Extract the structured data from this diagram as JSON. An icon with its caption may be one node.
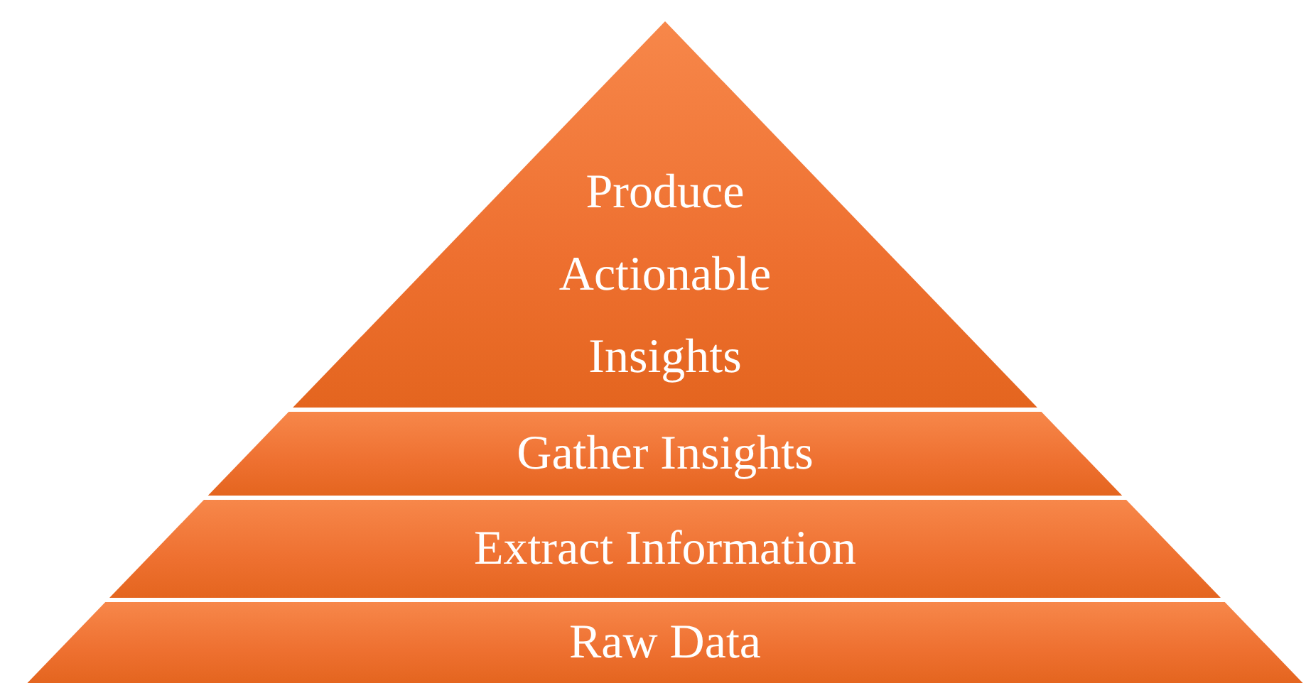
{
  "diagram": {
    "nodes": [
      {
        "text": [
          "Produce Actionable Insights"
        ]
      },
      {
        "text": [
          "Gather Insights"
        ]
      },
      {
        "text": [
          "Extract Information"
        ]
      },
      {
        "text": [
          "Raw Data"
        ]
      }
    ]
  }
}
